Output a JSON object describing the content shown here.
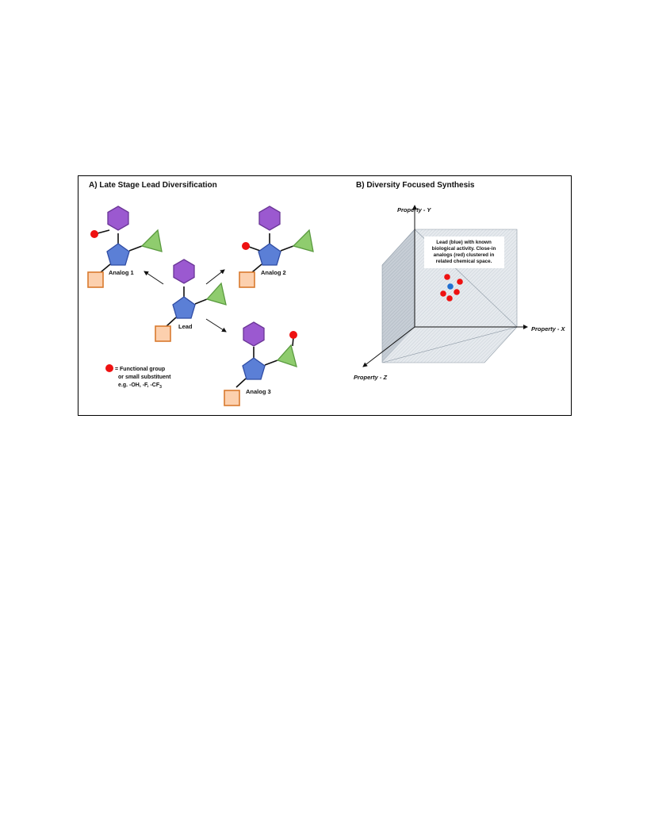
{
  "panel_a": {
    "title": "A) Late Stage Lead Diversification",
    "lead_label": "Lead",
    "analogs": [
      "Analog 1",
      "Analog 2",
      "Analog 3"
    ],
    "legend": {
      "line1": "= Functional group",
      "line2": "or small substituent",
      "line3_prefix": "e.g. -OH, -F, -CF",
      "line3_sub": "3"
    },
    "colors": {
      "hexagon": "#9b59d0",
      "pentagon": "#5b7fd6",
      "triangle": "#8fcc6e",
      "square": "#fcd0ae",
      "functional_group": "#ee1111"
    }
  },
  "panel_b": {
    "title": "B) Diversity Focused Synthesis",
    "axes": {
      "x": "Property - X",
      "y": "Property - Y",
      "z": "Property - Z"
    },
    "note_lines": [
      "Lead (blue) with known",
      "biological activity. Close-in",
      "analogs (red) clustered in",
      "related chemical space."
    ],
    "lead_color": "#1f6fd1",
    "analog_color": "#ee1111"
  }
}
